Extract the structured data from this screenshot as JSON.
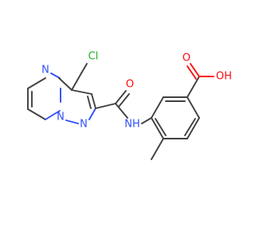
{
  "atoms": {
    "cl": {
      "label": "Cl",
      "color": "#1FB21F"
    },
    "n_ring_top": {
      "label": "N",
      "color": "#3050F8"
    },
    "n_bridge": {
      "label": "N",
      "color": "#3050F8"
    },
    "n_pyrazole": {
      "label": "N",
      "color": "#3050F8"
    },
    "o_amide": {
      "label": "O",
      "color": "#FF0D0D"
    },
    "nh": {
      "label": "NH",
      "color": "#3050F8"
    },
    "o_acid": {
      "label": "O",
      "color": "#FF0D0D"
    },
    "oh": {
      "label": "OH",
      "color": "#FF0D0D"
    }
  }
}
